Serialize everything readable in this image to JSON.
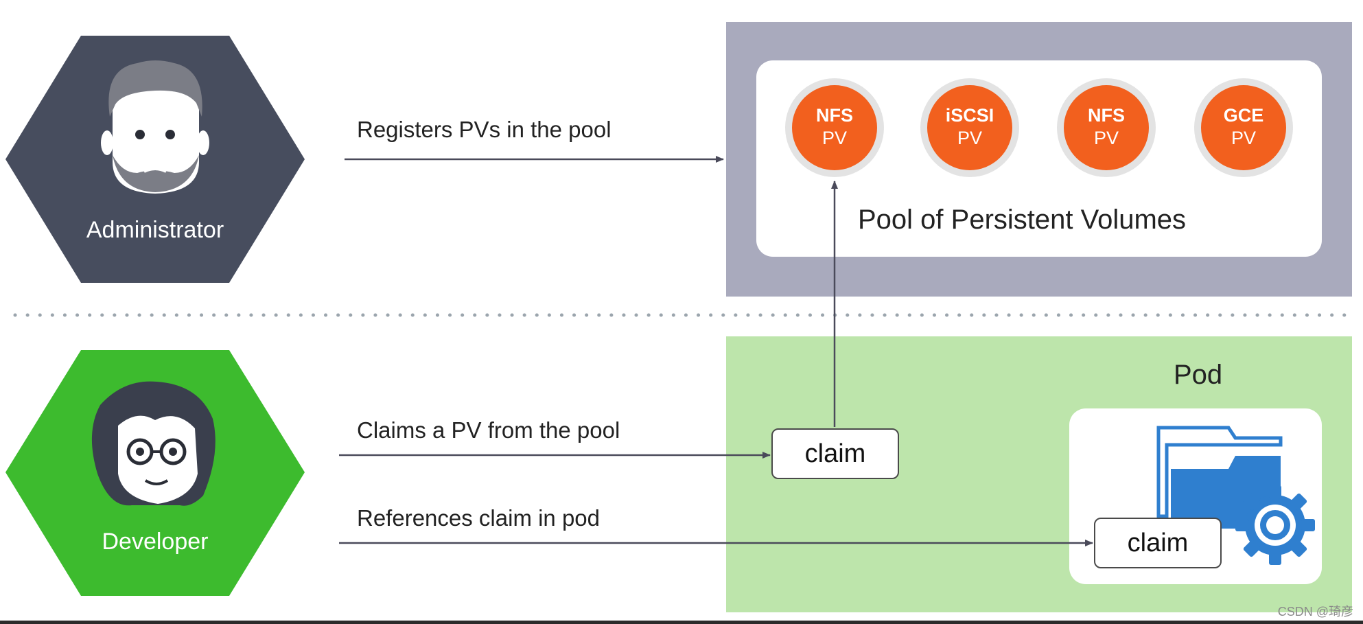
{
  "roles": {
    "admin": {
      "label": "Administrator",
      "color": "#474d5e"
    },
    "developer": {
      "label": "Developer",
      "color": "#3dbb2e"
    }
  },
  "edges": {
    "register": "Registers PVs in the pool",
    "claim": "Claims a PV from the pool",
    "reference": "References claim in pod"
  },
  "pool": {
    "caption": "Pool of Persistent Volumes",
    "background": "#a9aabd",
    "volumes": [
      {
        "type": "NFS",
        "kind": "PV"
      },
      {
        "type": "iSCSI",
        "kind": "PV"
      },
      {
        "type": "NFS",
        "kind": "PV"
      },
      {
        "type": "GCE",
        "kind": "PV"
      }
    ],
    "volume_color": "#f2601e"
  },
  "pod": {
    "caption": "Pod",
    "background": "#bde5ab",
    "claim_label": "claim",
    "icon": "folder-gear-icon",
    "icon_color": "#2f7fcf"
  },
  "standalone_claim": {
    "label": "claim"
  },
  "watermark": "CSDN @琦彦"
}
